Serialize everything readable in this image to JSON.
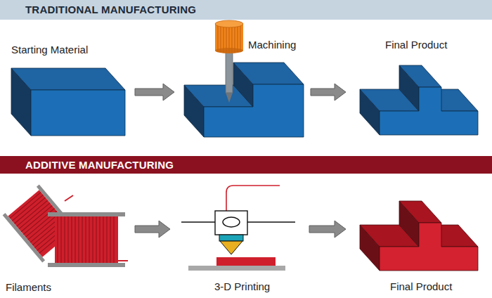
{
  "diagram": {
    "nodes": [
      {
        "text": [
          "TRADITIONAL MANUFACTURING"
        ]
      },
      {
        "text": [
          "Starting Material"
        ]
      },
      {
        "text": [
          "Machining"
        ]
      },
      {
        "text": [
          "Final Product"
        ]
      },
      {
        "text": [
          "ADDITIVE MANUFACTURING"
        ]
      },
      {
        "text": [
          "Filaments"
        ]
      },
      {
        "text": [
          "3-D Printing"
        ]
      },
      {
        "text": [
          "Final Product"
        ]
      }
    ],
    "edges": [
      {
        "from": 1,
        "to": 2,
        "arrow": "to"
      },
      {
        "from": 2,
        "to": 3,
        "arrow": "to"
      },
      {
        "from": 5,
        "to": 6,
        "arrow": "to"
      },
      {
        "from": 6,
        "to": 7,
        "arrow": "to"
      }
    ]
  }
}
